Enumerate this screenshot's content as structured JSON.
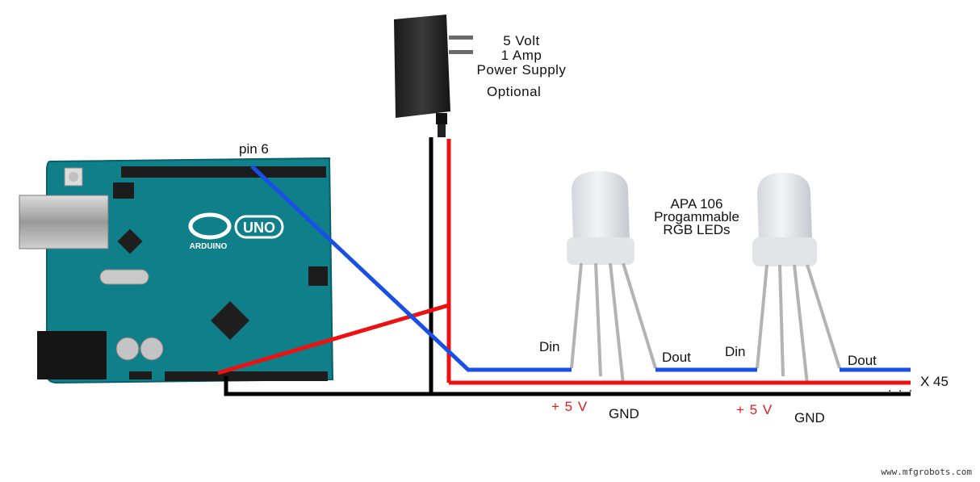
{
  "power_supply": {
    "line1": "5 Volt",
    "line2": "1 Amp",
    "line3": "Power Supply",
    "note": "Optional"
  },
  "arduino": {
    "pin_label": "pin 6",
    "logo": "UNO",
    "brand": "ARDUINO",
    "colors": {
      "board": "#0f7f8a",
      "board_dark": "#0a5f68"
    }
  },
  "leds": {
    "title1": "APA 106",
    "title2": "Progammable",
    "title3": "RGB LEDs",
    "led1": {
      "din": "Din",
      "dout": "Dout",
      "vcc": "+ 5 V",
      "gnd": "GND"
    },
    "led2": {
      "din": "Din",
      "dout": "Dout",
      "vcc": "+ 5 V",
      "gnd": "GND"
    },
    "count": "X 45",
    "continuation": ". . ."
  },
  "wire_colors": {
    "data": "#1a4fe6",
    "power": "#ee1111",
    "ground": "#000000"
  },
  "credit": "www.mfgrobots.com"
}
